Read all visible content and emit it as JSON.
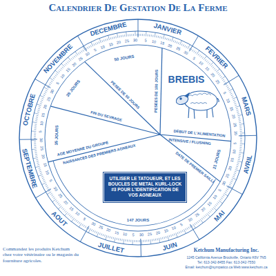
{
  "diagram": {
    "title": "Calendrier De Gestation De La Ferme",
    "nodes": [
      {
        "text": [
          "UTILISER LE TATOUEUR, ET LES BOUCLES DE METAL KURL-LOCK #3 POUR L'IDENTIFICATION DE VOS AGNEAUX"
        ]
      }
    ],
    "labels": [
      "JANVIER",
      "FEVRIER",
      "MARS",
      "AVRIL",
      "MAI",
      "JUIN",
      "JUILLET",
      "AOUT",
      "SEPTEMBRE",
      "OCTOBRE",
      "NOVEMBRE",
      "DECEMBRE",
      "5",
      "10",
      "15",
      "20",
      "25",
      "30",
      "5",
      "10",
      "15",
      "20",
      "25",
      "5",
      "10",
      "15",
      "20",
      "25",
      "30",
      "5",
      "10",
      "15",
      "20",
      "25",
      "30",
      "5",
      "10",
      "15",
      "20",
      "25",
      "30",
      "5",
      "10",
      "15",
      "20",
      "25",
      "30",
      "5",
      "10",
      "15",
      "20",
      "25",
      "30",
      "5",
      "10",
      "15",
      "20",
      "25",
      "30",
      "5",
      "10",
      "15",
      "20",
      "25",
      "30",
      "5",
      "10",
      "15",
      "20",
      "25",
      "30",
      "5",
      "10",
      "15",
      "20",
      "25",
      "30",
      "5",
      "10",
      "15",
      "20",
      "25",
      "30",
      "50 JOURS",
      "PESEES DE 100 JOURS",
      "PESEE DE 50 JOURS",
      "35 JOURS",
      "FIN DU SEVRAGE",
      "35 JOURS",
      "AGE MOYENNE DU GROUPE",
      "NAISSANCES DES PREMIERS AGNEAUX",
      "BREBIS",
      "DEBUT DE L'ALIMENTATION",
      "INTENSIVE / FLUSHING",
      "21 JOURS",
      "DATE DE PREMIER SAILLI",
      "147 JOURS",
      "Commandez les produits Ketchum chez votre vétérinaire ou le magasin du fourniture agricoles.",
      "Ketchum Manufacturing Inc.",
      "1245 California Avenue Brockville, Ontario K6V 7N5",
      "Tel: 613-342-8455 Fax: 613-342-7550",
      "Email: ketchum@sympatico.ca Web:www.ketchum.ca"
    ]
  }
}
